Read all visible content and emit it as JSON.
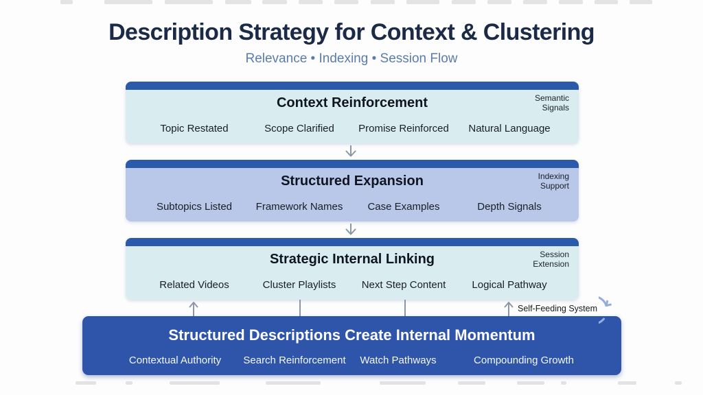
{
  "header": {
    "title": "Description Strategy for Context & Clustering",
    "subtitle": "Relevance • Indexing • Session Flow"
  },
  "layers": [
    {
      "title": "Context Reinforcement",
      "tag": [
        "Semantic",
        "Signals"
      ],
      "items": [
        "Topic Restated",
        "Scope Clarified",
        "Promise Reinforced",
        "Natural Language"
      ]
    },
    {
      "title": "Structured Expansion",
      "tag": [
        "Indexing",
        "Support"
      ],
      "items": [
        "Subtopics Listed",
        "Framework Names",
        "Case Examples",
        "Depth Signals"
      ]
    },
    {
      "title": "Strategic Internal Linking",
      "tag": [
        "Session",
        "Extension"
      ],
      "items": [
        "Related Videos",
        "Cluster Playlists",
        "Next Step Content",
        "Logical Pathway"
      ]
    }
  ],
  "foundation": {
    "title": "Structured Descriptions Create Internal Momentum",
    "items": [
      "Contextual Authority",
      "Search Reinforcement",
      "Watch Pathways",
      "Compounding Growth"
    ]
  },
  "loop": {
    "label": "Self-Feeding System"
  },
  "colors": {
    "layer_top_bar": "#2b5aab",
    "layer_body_cyan": "#d9edf1",
    "layer_body_periwinkle": "#b9c8e9",
    "foundation_blue": "#2e55a9",
    "title_navy": "#1b2a47",
    "subtitle_blue": "#5a7cab",
    "connector_gray": "#8b97a6",
    "loop_icon_blue": "#93aede"
  },
  "icons": [
    "arrow-down-icon",
    "arrow-up-icon",
    "loop-arrow-icon"
  ]
}
